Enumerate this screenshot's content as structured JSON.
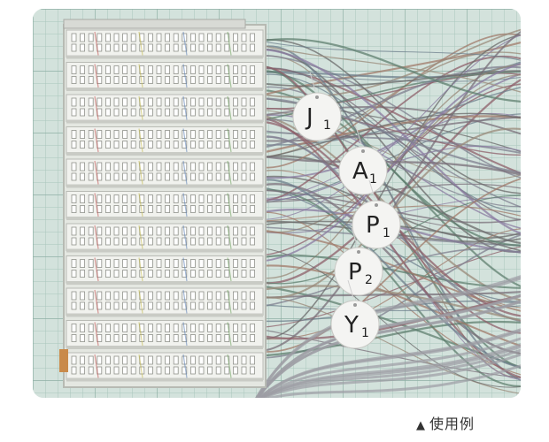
{
  "caption": {
    "icon": "triangle-up-icon",
    "text": "使用例"
  },
  "photo": {
    "subject": "telephone-terminal-block-with-bundled-wires",
    "tags": [
      {
        "letter": "J",
        "subscript": "1"
      },
      {
        "letter": "A",
        "subscript": "1"
      },
      {
        "letter": "P",
        "subscript": "1"
      },
      {
        "letter": "P",
        "subscript": "2"
      },
      {
        "letter": "Y",
        "subscript": "1"
      }
    ]
  },
  "colors": {
    "grid_background": "#d3e2dc",
    "grid_line": "#9fbcb2",
    "terminal_block": "#e9ece6"
  }
}
